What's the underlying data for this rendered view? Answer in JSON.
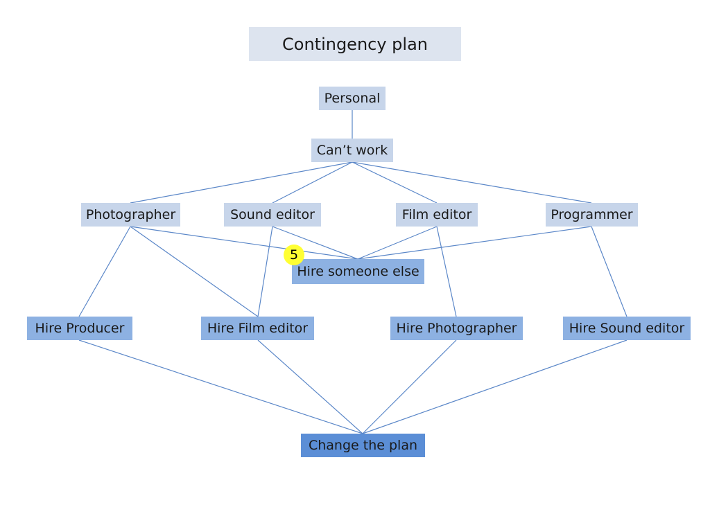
{
  "title": "Contingency plan",
  "badge": "5",
  "nodes": {
    "personal": "Personal",
    "cant_work": "Can’t work",
    "photographer": "Photographer",
    "sound_editor": "Sound editor",
    "film_editor": "Film editor",
    "programmer": "Programmer",
    "hire_someone_else": "Hire someone else",
    "hire_producer": "Hire Producer",
    "hire_film_editor": "Hire Film editor",
    "hire_photographer": "Hire Photographer",
    "hire_sound_editor": "Hire Sound editor",
    "change_the_plan": "Change the plan"
  },
  "colors": {
    "edge": "#5b87c8"
  }
}
